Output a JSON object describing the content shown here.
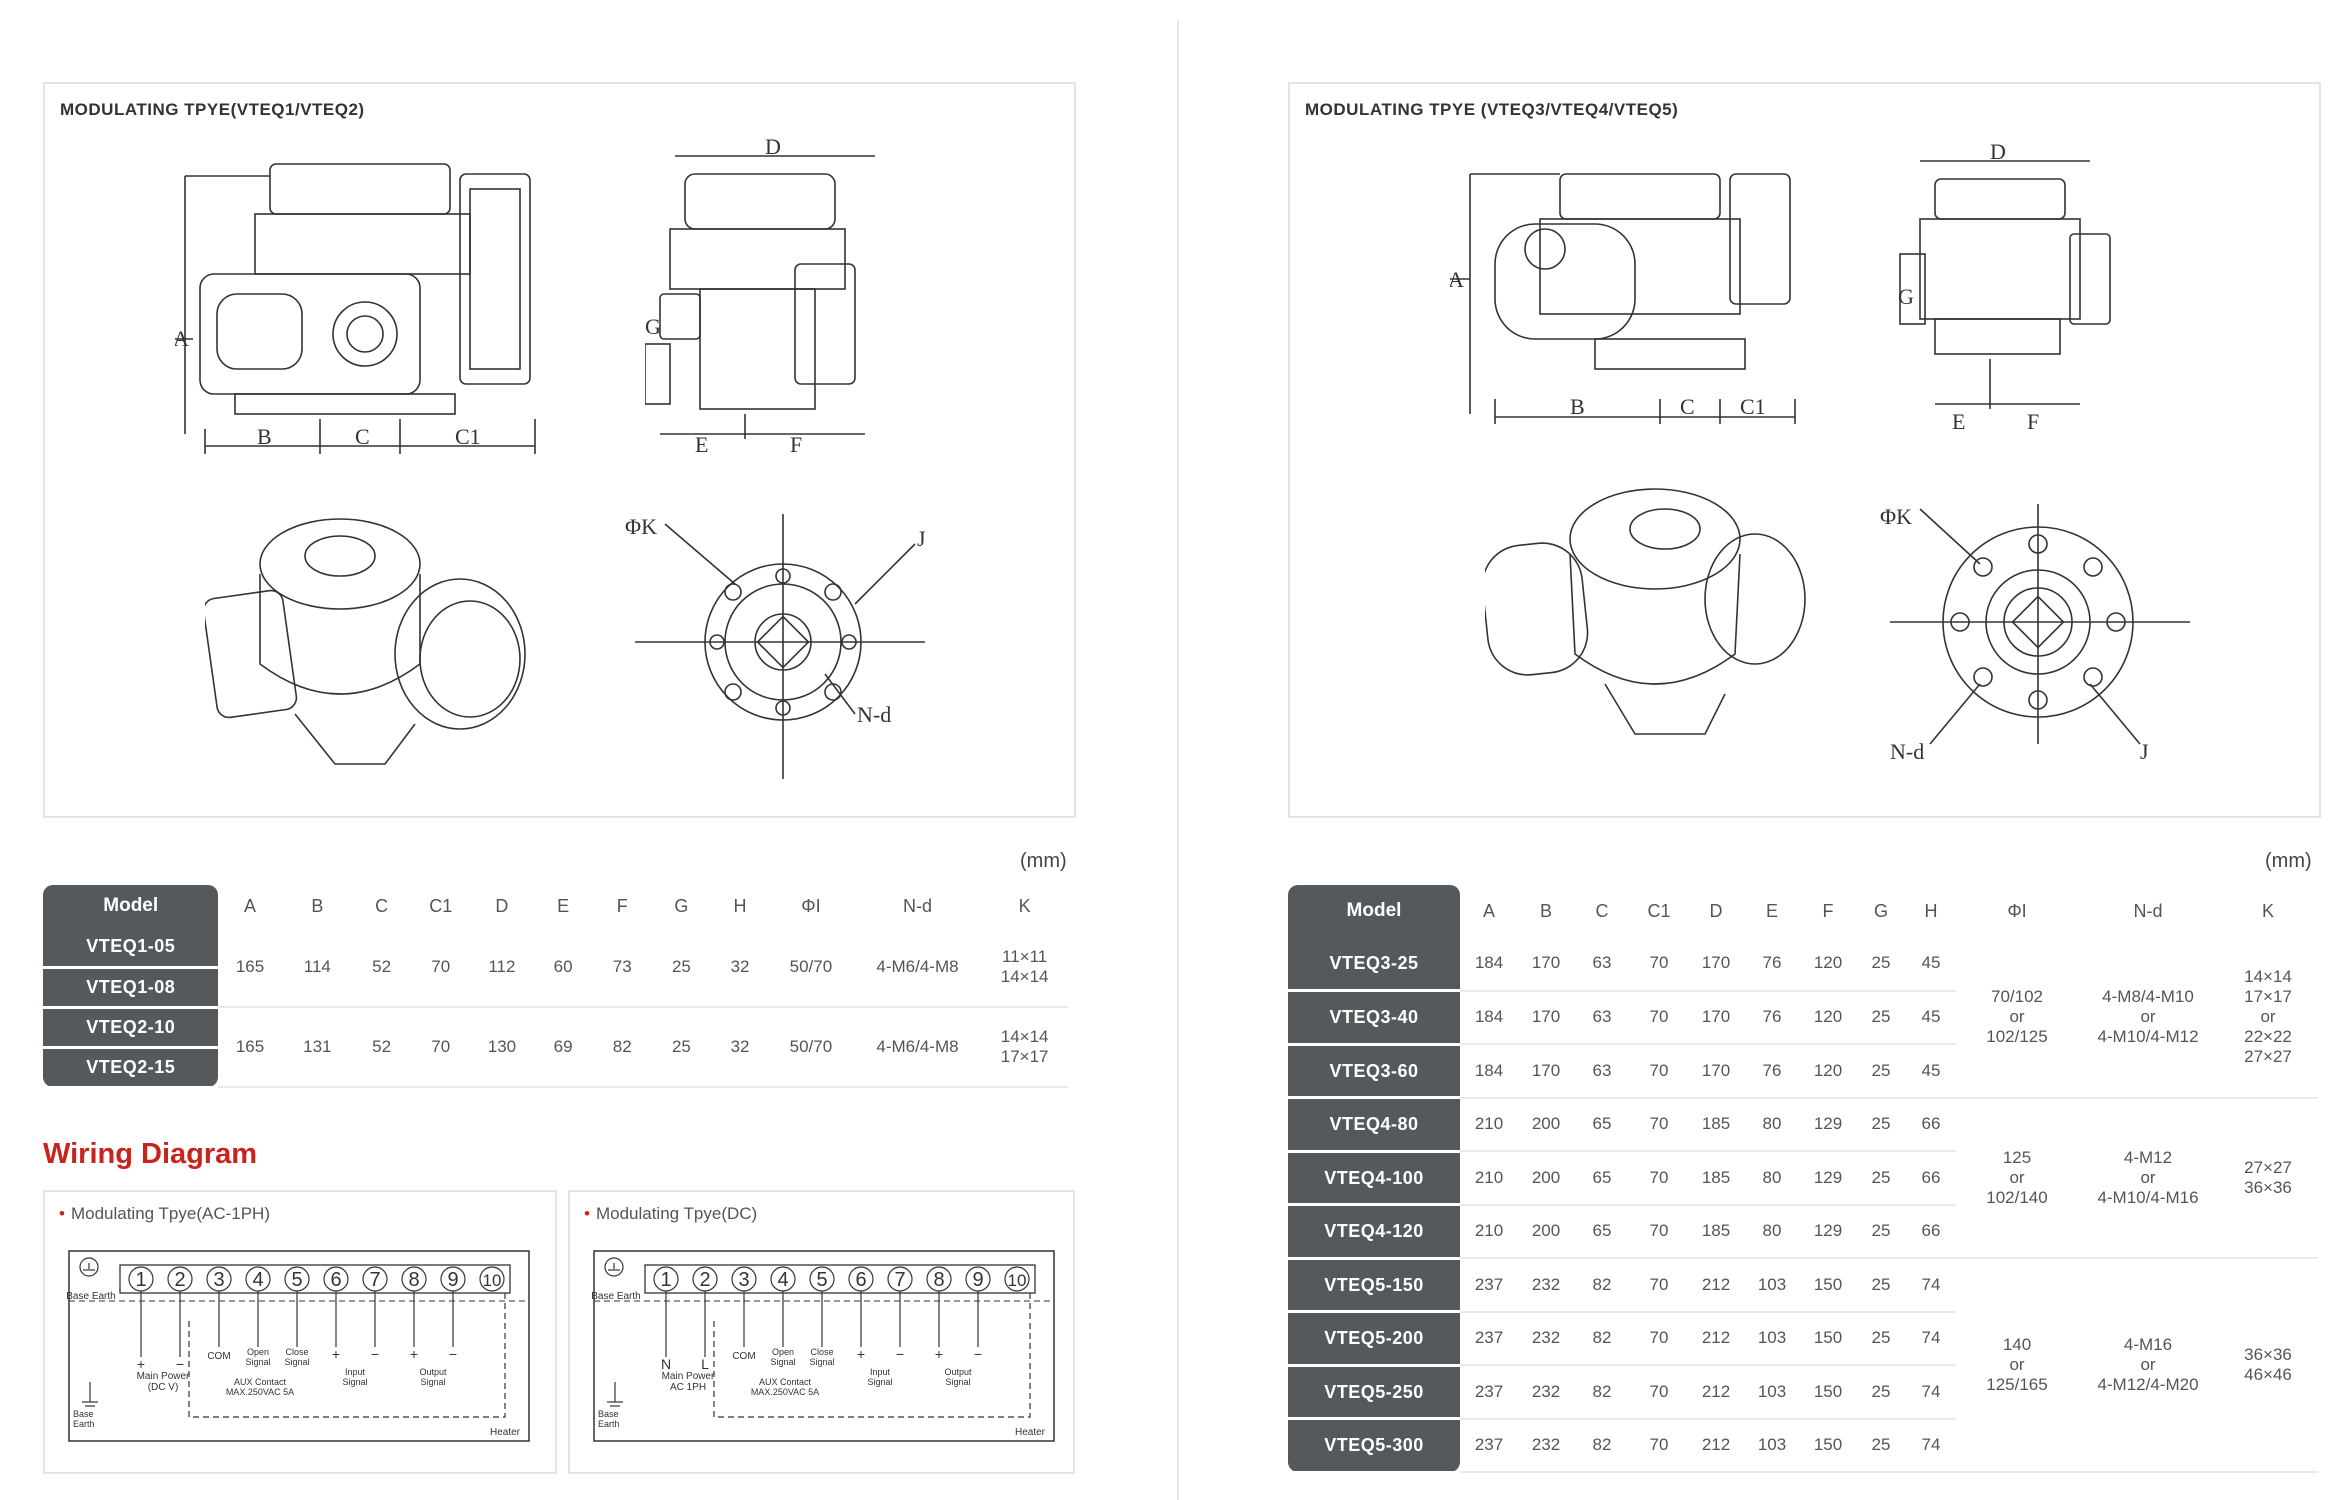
{
  "left": {
    "panel_title": "MODULATING TPYE(VTEQ1/VTEQ2)",
    "dim_letters": [
      "A",
      "B",
      "C",
      "C1",
      "D",
      "E",
      "F",
      "G",
      "ΦK",
      "J",
      "N-d"
    ],
    "unit": "(mm)",
    "table": {
      "headers": [
        "Model",
        "A",
        "B",
        "C",
        "C1",
        "D",
        "E",
        "F",
        "G",
        "H",
        "ΦI",
        "N-d",
        "K"
      ],
      "models": [
        "VTEQ1-05",
        "VTEQ1-08",
        "VTEQ2-10",
        "VTEQ2-15"
      ],
      "groups": [
        {
          "values": [
            "165",
            "114",
            "52",
            "70",
            "112",
            "60",
            "73",
            "25",
            "32",
            "50/70",
            "4-M6/4-M8"
          ],
          "k": "11×11\n14×14"
        },
        {
          "values": [
            "165",
            "131",
            "52",
            "70",
            "130",
            "69",
            "82",
            "25",
            "32",
            "50/70",
            "4-M6/4-M8"
          ],
          "k": "14×14\n17×17"
        }
      ]
    }
  },
  "wiring": {
    "title": "Wiring Diagram",
    "cards": [
      {
        "caption": "Modulating Tpye(AC-1PH)",
        "terminals": [
          "1",
          "2",
          "3",
          "4",
          "5",
          "6",
          "7",
          "8",
          "9",
          "10"
        ],
        "base_earth": "Base Earth",
        "base_earth_bottom": "Base\nEarth",
        "signs": [
          "+",
          "−",
          "",
          "",
          "",
          "+",
          "−",
          "+",
          "−",
          ""
        ],
        "labels": {
          "power": "Main  Power\n(DC    V)",
          "com": "COM",
          "open": "Open\nSignal",
          "close": "Close\nSignal",
          "input": "Input\nSignal",
          "output": "Output\nSignal",
          "aux": "AUX Contact\nMAX.250VAC  5A",
          "heater": "Heater"
        }
      },
      {
        "caption": "Modulating Tpye(DC)",
        "terminals": [
          "1",
          "2",
          "3",
          "4",
          "5",
          "6",
          "7",
          "8",
          "9",
          "10"
        ],
        "base_earth": "Base Earth",
        "base_earth_bottom": "Base\nEarth",
        "signs": [
          "N",
          "L",
          "",
          "",
          "",
          "+",
          "−",
          "+",
          "−",
          ""
        ],
        "labels": {
          "power": "Main  Power\nAC 1PH",
          "com": "COM",
          "open": "Open\nSignal",
          "close": "Close\nSignal",
          "input": "Input\nSignal",
          "output": "Output\nSignal",
          "aux": "AUX Contact\nMAX.250VAC  5A",
          "heater": "Heater"
        }
      }
    ]
  },
  "right": {
    "panel_title": "MODULATING TPYE (VTEQ3/VTEQ4/VTEQ5)",
    "dim_letters": [
      "A",
      "B",
      "C",
      "C1",
      "D",
      "E",
      "F",
      "G",
      "ΦK",
      "J",
      "N-d"
    ],
    "unit": "(mm)",
    "table": {
      "headers": [
        "Model",
        "A",
        "B",
        "C",
        "C1",
        "D",
        "E",
        "F",
        "G",
        "H",
        "ΦI",
        "N-d",
        "K"
      ],
      "rows": [
        {
          "model": "VTEQ3-25",
          "values": [
            "184",
            "170",
            "63",
            "70",
            "170",
            "76",
            "120",
            "25",
            "45"
          ]
        },
        {
          "model": "VTEQ3-40",
          "values": [
            "184",
            "170",
            "63",
            "70",
            "170",
            "76",
            "120",
            "25",
            "45"
          ]
        },
        {
          "model": "VTEQ3-60",
          "values": [
            "184",
            "170",
            "63",
            "70",
            "170",
            "76",
            "120",
            "25",
            "45"
          ]
        },
        {
          "model": "VTEQ4-80",
          "values": [
            "210",
            "200",
            "65",
            "70",
            "185",
            "80",
            "129",
            "25",
            "66"
          ]
        },
        {
          "model": "VTEQ4-100",
          "values": [
            "210",
            "200",
            "65",
            "70",
            "185",
            "80",
            "129",
            "25",
            "66"
          ]
        },
        {
          "model": "VTEQ4-120",
          "values": [
            "210",
            "200",
            "65",
            "70",
            "185",
            "80",
            "129",
            "25",
            "66"
          ]
        },
        {
          "model": "VTEQ5-150",
          "values": [
            "237",
            "232",
            "82",
            "70",
            "212",
            "103",
            "150",
            "25",
            "74"
          ]
        },
        {
          "model": "VTEQ5-200",
          "values": [
            "237",
            "232",
            "82",
            "70",
            "212",
            "103",
            "150",
            "25",
            "74"
          ]
        },
        {
          "model": "VTEQ5-250",
          "values": [
            "237",
            "232",
            "82",
            "70",
            "212",
            "103",
            "150",
            "25",
            "74"
          ]
        },
        {
          "model": "VTEQ5-300",
          "values": [
            "237",
            "232",
            "82",
            "70",
            "212",
            "103",
            "150",
            "25",
            "74"
          ]
        }
      ],
      "merged": [
        {
          "phi": "70/102\nor\n102/125",
          "nd": "4-M8/4-M10\nor\n4-M10/4-M12",
          "k": "14×14\n17×17\nor\n22×22\n27×27"
        },
        {
          "phi": "125\nor\n102/140",
          "nd": "4-M12\nor\n4-M10/4-M16",
          "k": "27×27\n36×36"
        },
        {
          "phi": "140\nor\n125/165",
          "nd": "4-M16\nor\n4-M12/4-M20",
          "k": "36×36\n46×46"
        }
      ]
    }
  }
}
